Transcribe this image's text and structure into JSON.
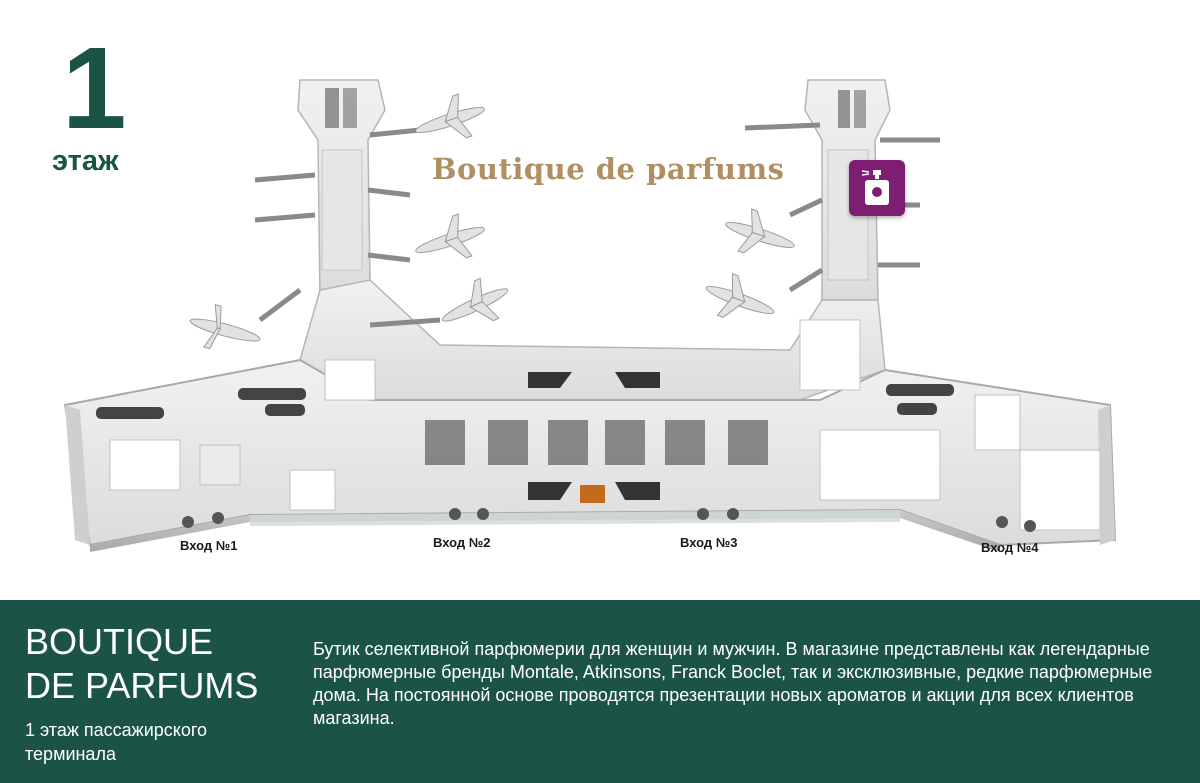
{
  "map": {
    "floor_number": "1",
    "floor_word": "этаж",
    "title": "Boutique de parfums",
    "entrances": [
      "Вход №1",
      "Вход №2",
      "Вход №3",
      "Вход №4"
    ],
    "marker": {
      "icon": "perfume-bottle-icon",
      "color": "#7e1e72"
    }
  },
  "info": {
    "title_line1": "BOUTIQUE",
    "title_line2": "DE PARFUMS",
    "subtitle": "1 этаж пассажирского терминала",
    "description": "Бутик селективной парфюмерии для женщин и мужчин. В магазине представлены как легендарные парфюмерные бренды Montale, Atkinsons, Franck Boclet, так и эксклюзивные, редкие парфюмерные дома. На постоянной основе проводятся презентации новых ароматов и акции для всех клиентов магазина."
  },
  "colors": {
    "brand_green": "#1b5447",
    "title_gold": "#b08f63",
    "marker_purple": "#7e1e72"
  }
}
